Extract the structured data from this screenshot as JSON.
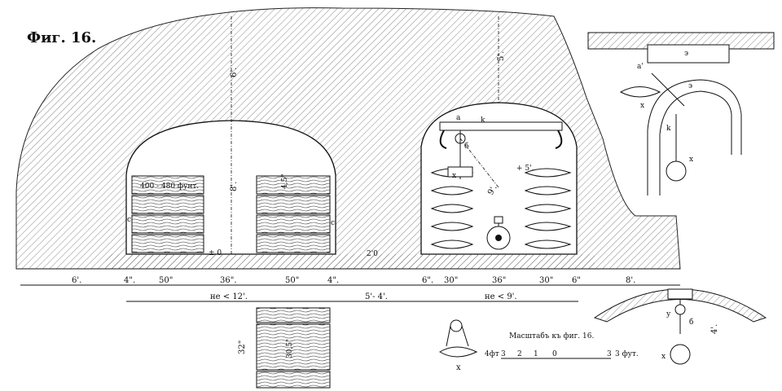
{
  "figure": {
    "title": "Фиг. 16.",
    "stack_label": "400 - 480 фунт.",
    "scale_title": "Масштабъ къ фиг. 16.",
    "scale_unit_left": "4фт",
    "scale_unit_right": "3 фут.",
    "scale_ticks": [
      "3",
      "2",
      "1",
      "0",
      "3"
    ]
  },
  "dimensions": {
    "h_top_left": "6'.",
    "h_top_right": "5'.",
    "h_left_arch": "8'.",
    "h_right_arch": "9'.",
    "plus5": "+ 5'.",
    "plus0": "± 0",
    "two_o": "2'0",
    "bottom_6": "6'.",
    "bottom_4a": "4\".",
    "bottom_50a": "50\"",
    "bottom_36a": "36\".",
    "bottom_50b": "50\"",
    "bottom_4b": "4\".",
    "bottom_6b": "6\".",
    "bottom_30a": "30\"",
    "bottom_36b": "36\"",
    "bottom_30b": "30\"",
    "bottom_6c": "6\"",
    "bottom_8": "8'.",
    "span_left": "не < 12'.",
    "span_mid": "5'- 4'.",
    "span_right": "не < 9'.",
    "box_32": "32\"",
    "box_30": "30,5\"",
    "stack_h": "4,5\"",
    "arch_h": "4'."
  },
  "letters": {
    "a": "а",
    "b": "б",
    "k": "k",
    "x": "x",
    "c": "c",
    "e": "э",
    "y": "у",
    "z": "а'"
  }
}
